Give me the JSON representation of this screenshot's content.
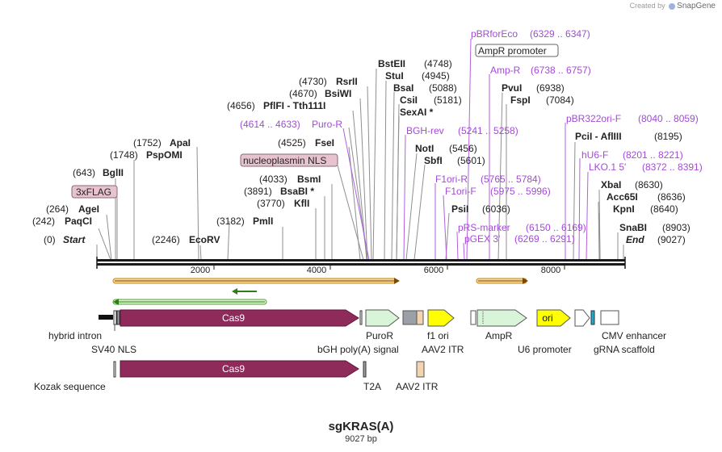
{
  "app": {
    "credit_prefix": "Created by",
    "credit_brand": "SnapGene"
  },
  "map": {
    "name": "sgKRAS(A)",
    "length_label": "9027 bp",
    "length": 9027
  },
  "ruler": {
    "ticks": [
      "2000",
      "4000",
      "6000",
      "8000"
    ]
  },
  "sites": [
    {
      "name": "Start",
      "pos": "(0)",
      "italic": true
    },
    {
      "name": "PaqCI",
      "pos": "(242)"
    },
    {
      "name": "AgeI",
      "pos": "(264)"
    },
    {
      "name": "3xFLAG",
      "boxed": true
    },
    {
      "name": "BglII",
      "pos": "(643)"
    },
    {
      "name": "PspOMI",
      "pos": "(1748)"
    },
    {
      "name": "ApaI",
      "pos": "(1752)"
    },
    {
      "name": "EcoRV",
      "pos": "(2246)"
    },
    {
      "name": "PmlI",
      "pos": "(3182)"
    },
    {
      "name": "KflI",
      "pos": "(3770)"
    },
    {
      "name": "BsaBI *",
      "pos": "(3891)"
    },
    {
      "name": "BsmI",
      "pos": "(4033)"
    },
    {
      "name": "FseI",
      "pos": "(4525)"
    },
    {
      "name": "nucleoplasmin NLS",
      "boxed": true
    },
    {
      "name": "Puro-R",
      "pos": "(4614 .. 4633)",
      "purple": true
    },
    {
      "name": "PflFI - Tth111I",
      "pos": "(4656)"
    },
    {
      "name": "BsiWI",
      "pos": "(4670)"
    },
    {
      "name": "RsrII",
      "pos": "(4730)"
    },
    {
      "name": "BstEII",
      "pos": "(4748)"
    },
    {
      "name": "StuI",
      "pos": "(4945)"
    },
    {
      "name": "BsaI",
      "pos": "(5088)"
    },
    {
      "name": "CsiI",
      "pos": "(5181)"
    },
    {
      "name": "SexAI *",
      "pos": ""
    },
    {
      "name": "BGH-rev",
      "pos": "(5241 .. 5258)",
      "purple": true
    },
    {
      "name": "NotI",
      "pos": "(5456)"
    },
    {
      "name": "SbfI",
      "pos": "(5601)"
    },
    {
      "name": "F1ori-R",
      "pos": "(5765 .. 5784)",
      "purple": true
    },
    {
      "name": "F1ori-F",
      "pos": "(5975 .. 5996)",
      "purple": true
    },
    {
      "name": "PsiI",
      "pos": "(6036)"
    },
    {
      "name": "pRS-marker",
      "pos": "(6150 .. 6169)",
      "purple": true
    },
    {
      "name": "pGEX 3'",
      "pos": "(6269 .. 6291)",
      "purple": true
    },
    {
      "name": "pBRforEco",
      "pos": "(6329 .. 6347)",
      "purple": true
    },
    {
      "name": "AmpR promoter",
      "boxed": true,
      "white": true
    },
    {
      "name": "Amp-R",
      "pos": "(6738 .. 6757)",
      "purple": true
    },
    {
      "name": "PvuI",
      "pos": "(6938)"
    },
    {
      "name": "FspI",
      "pos": "(7084)"
    },
    {
      "name": "pBR322ori-F",
      "pos": "(8040 .. 8059)",
      "purple": true
    },
    {
      "name": "PciI - AflIII",
      "pos": "(8195)"
    },
    {
      "name": "hU6-F",
      "pos": "(8201 .. 8221)",
      "purple": true
    },
    {
      "name": "LKO.1 5'",
      "pos": "(8372 .. 8391)",
      "purple": true
    },
    {
      "name": "XbaI",
      "pos": "(8630)"
    },
    {
      "name": "Acc65I",
      "pos": "(8636)"
    },
    {
      "name": "KpnI",
      "pos": "(8640)"
    },
    {
      "name": "SnaBI",
      "pos": "(8903)"
    },
    {
      "name": "End",
      "pos": "(9027)",
      "italic": true
    }
  ],
  "features": {
    "cas9_1": "Cas9",
    "cas9_2": "Cas9",
    "ori": "ori"
  },
  "feature_labels": {
    "hybrid_intron": "hybrid intron",
    "sv40_nls": "SV40 NLS",
    "kozak": "Kozak sequence",
    "puror": "PuroR",
    "bgh": "bGH poly(A) signal",
    "f1ori": "f1 ori",
    "aav2_itr_1": "AAV2 ITR",
    "ampr": "AmpR",
    "u6": "U6 promoter",
    "cmv": "CMV enhancer",
    "grna": "gRNA scaffold",
    "t2a": "T2A",
    "aav2_itr_2": "AAV2 ITR"
  },
  "colors": {
    "purple": "#a24bd6",
    "cas9": "#8f2b5b",
    "green_arrow": "#d9f5d9",
    "yellow": "#ffff00",
    "orange": "#f3a91a",
    "dark_green": "#2e7d1a",
    "pink_box": "#e7c3cf",
    "itr": "#f5d3b0",
    "grey": "#9aa0a6",
    "cyan": "#21a8d0"
  }
}
